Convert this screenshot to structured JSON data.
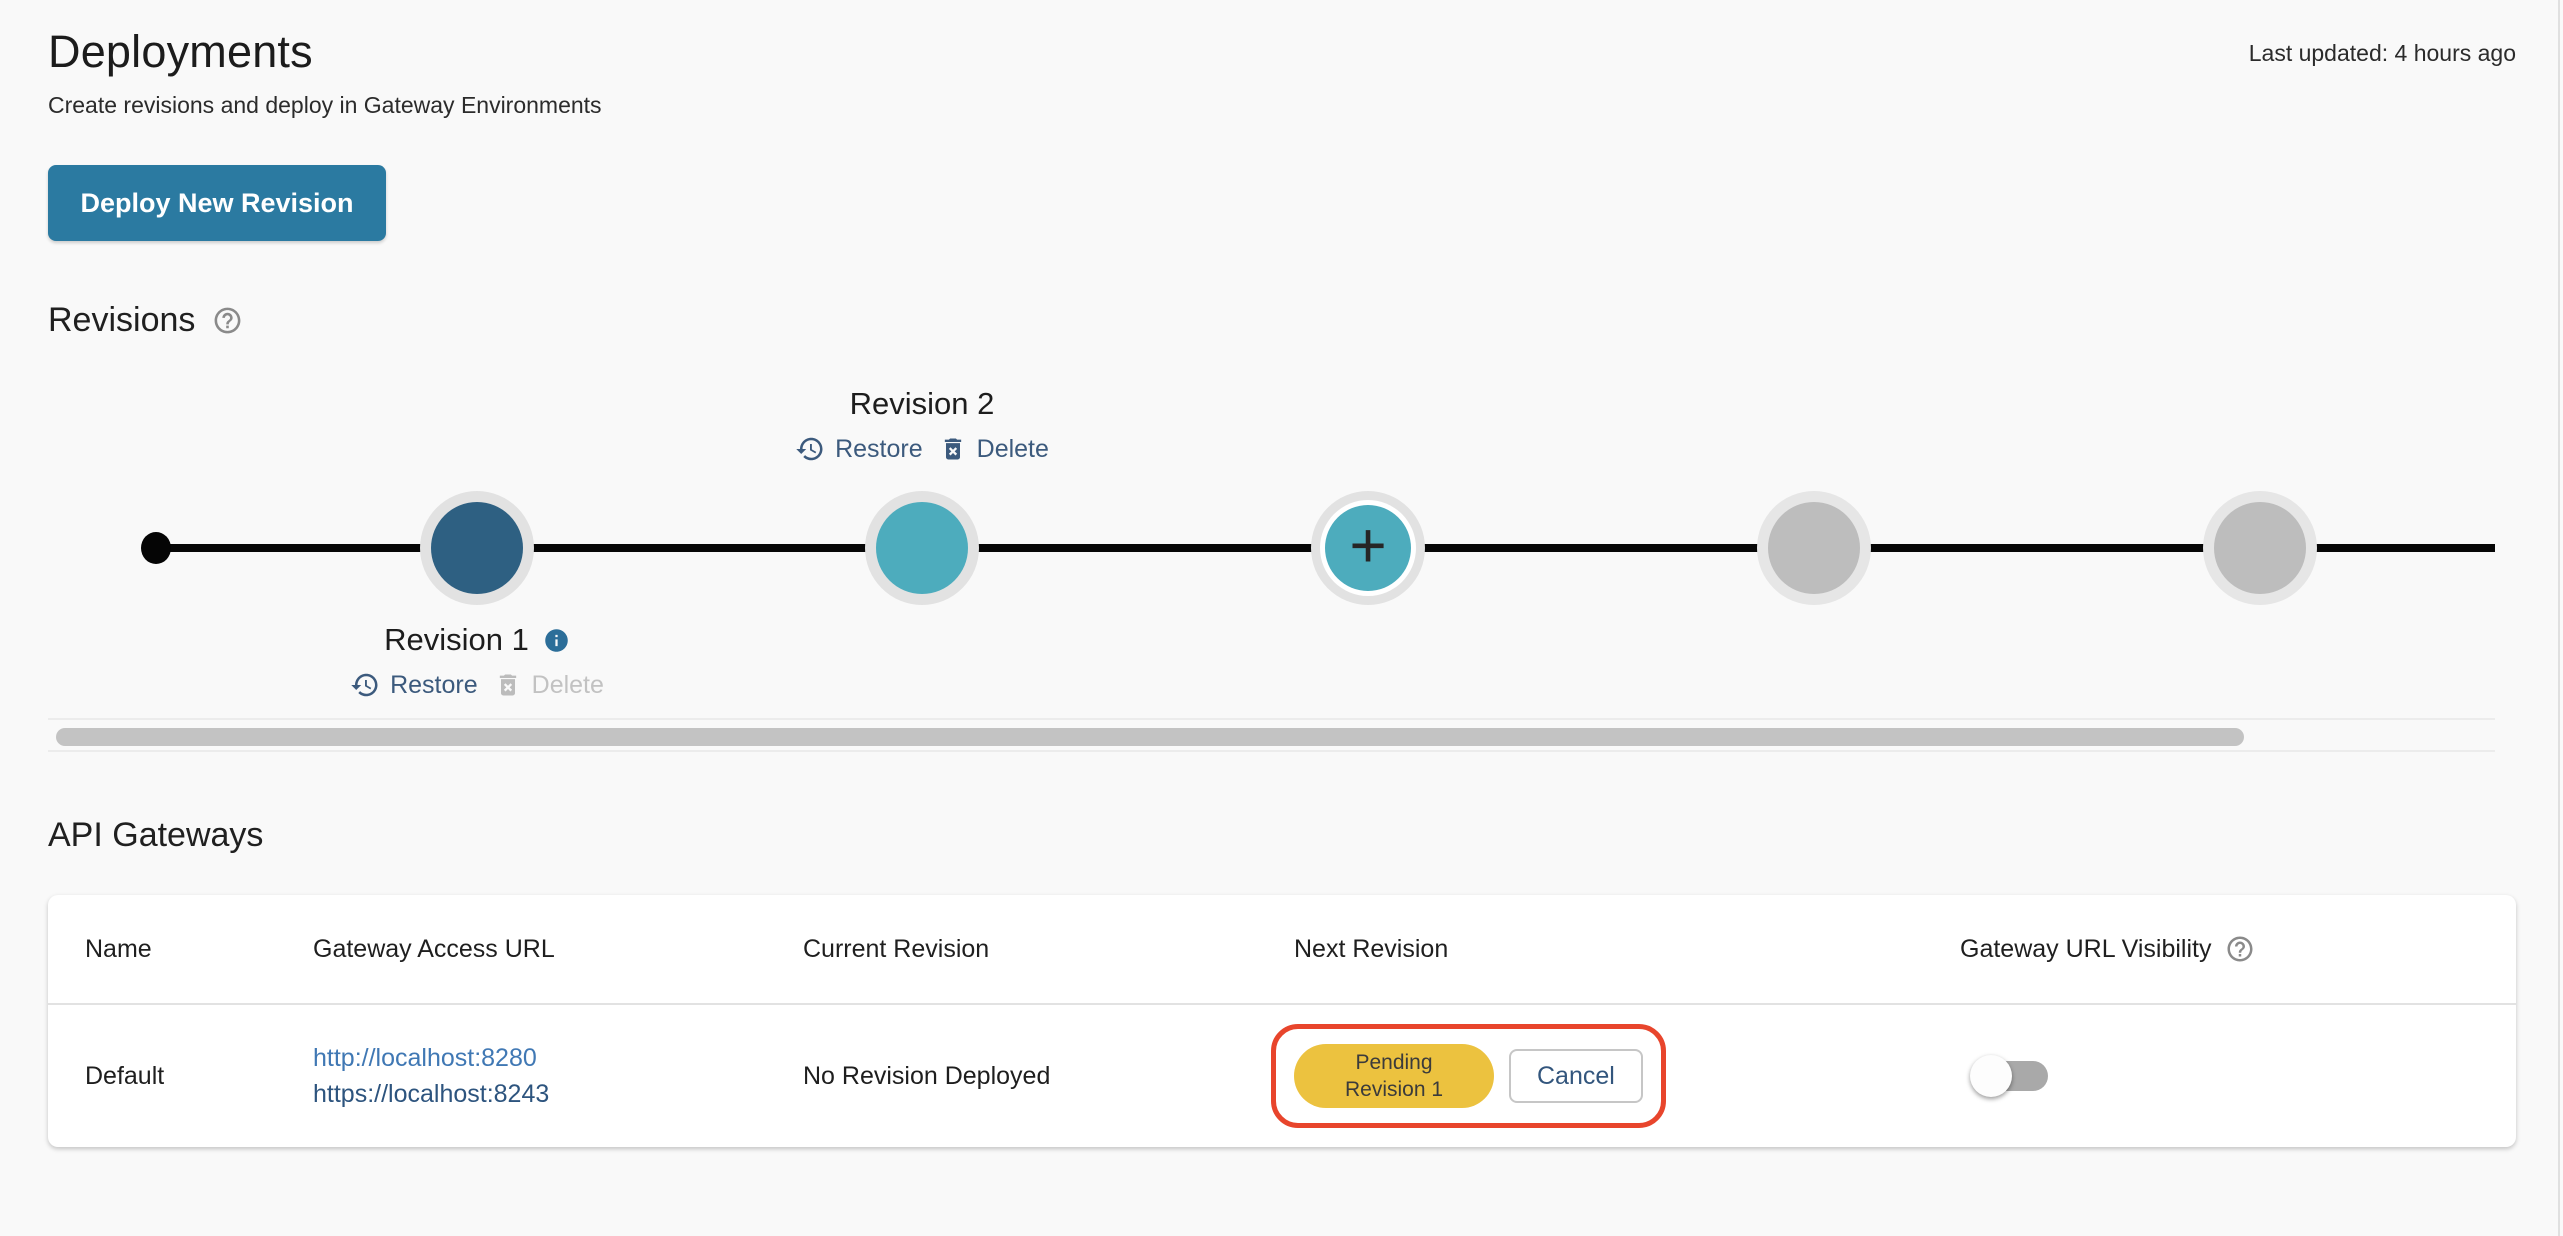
{
  "header": {
    "title": "Deployments",
    "subtitle": "Create revisions and deploy in Gateway Environments",
    "last_updated": "Last updated: 4 hours ago"
  },
  "toolbar": {
    "deploy_button_label": "Deploy New Revision"
  },
  "revisions_section": {
    "heading": "Revisions",
    "add_node_symbol": "+",
    "node_states": [
      "deployed",
      "latest",
      "add",
      "empty",
      "empty"
    ],
    "revision2": {
      "label": "Revision 2",
      "restore_label": "Restore",
      "delete_label": "Delete",
      "delete_enabled": true
    },
    "revision1": {
      "label": "Revision 1",
      "restore_label": "Restore",
      "delete_label": "Delete",
      "delete_enabled": false,
      "has_info_icon": true
    }
  },
  "gateways_section": {
    "heading": "API Gateways",
    "table": {
      "columns": {
        "name": "Name",
        "gateway_access_url": "Gateway Access URL",
        "current_revision": "Current Revision",
        "next_revision": "Next Revision",
        "gateway_url_visibility": "Gateway URL Visibility"
      },
      "row": {
        "name": "Default",
        "url_http": "http://localhost:8280",
        "url_https": "https://localhost:8243",
        "current_revision": "No Revision Deployed",
        "pending_badge_line1": "Pending",
        "pending_badge_line2": "Revision 1",
        "cancel_label": "Cancel",
        "visibility_enabled": false
      }
    }
  },
  "colors": {
    "primary_button": "#2b7aa1",
    "deployed_node": "#2e6082",
    "active_node": "#4dacbd",
    "empty_node": "#bdbdbd",
    "pending_badge": "#ecc23f",
    "highlight_outline": "#e8452c",
    "link_http": "#4078b4",
    "link_https": "#2d547e",
    "action_text": "#3c5a7d"
  }
}
